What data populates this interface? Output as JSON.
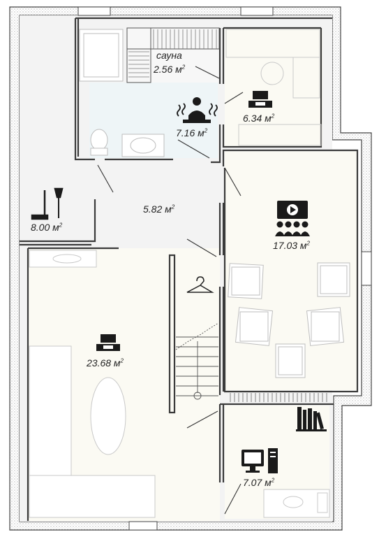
{
  "plan": {
    "rooms": [
      {
        "id": "sauna",
        "name": "сауна",
        "area": "2.56 м",
        "sup": "2",
        "icon": "none"
      },
      {
        "id": "bathroom",
        "name": "",
        "area": "7.16 м",
        "sup": "2",
        "icon": "sauna-person-icon"
      },
      {
        "id": "bedroom-small",
        "name": "",
        "area": "6.34 м",
        "sup": "2",
        "icon": "tv-icon"
      },
      {
        "id": "storage",
        "name": "",
        "area": "8.00 м",
        "sup": "2",
        "icon": "cleaning-tools-icon"
      },
      {
        "id": "hall",
        "name": "",
        "area": "5.82 м",
        "sup": "2",
        "icon": "none"
      },
      {
        "id": "cinema",
        "name": "",
        "area": "17.03 м",
        "sup": "2",
        "icon": "cinema-icon"
      },
      {
        "id": "living",
        "name": "",
        "area": "23.68 м",
        "sup": "2",
        "icon": "tv-icon"
      },
      {
        "id": "office",
        "name": "",
        "area": "7.07 м",
        "sup": "2",
        "icon": "computer-icon"
      }
    ],
    "colors": {
      "wall": "#3a3a3a",
      "outer_wall_fill": "#ffffff",
      "floor_living": "#fbfaf3",
      "floor_corridor": "#f1f1f1",
      "floor_bath": "#eef5f7",
      "furniture_line": "#c9c9c9"
    }
  }
}
